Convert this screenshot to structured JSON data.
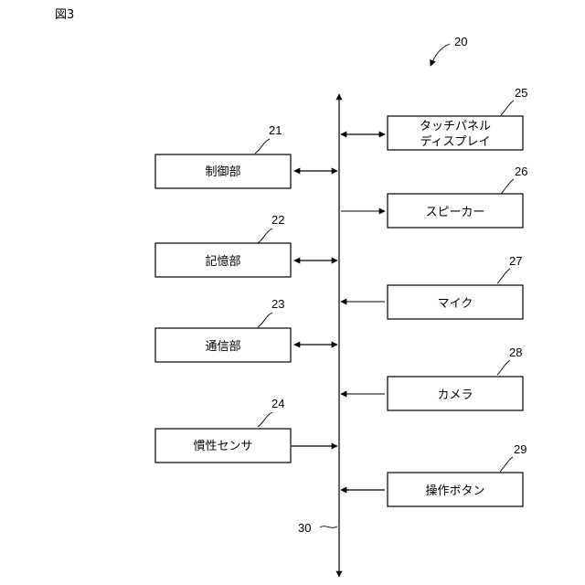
{
  "figure_label": "図3",
  "device_ref": "20",
  "bus_ref": "30",
  "left_blocks": [
    {
      "ref": "21",
      "label": "制御部",
      "connector": "bidirectional"
    },
    {
      "ref": "22",
      "label": "記憶部",
      "connector": "bidirectional"
    },
    {
      "ref": "23",
      "label": "通信部",
      "connector": "bidirectional"
    },
    {
      "ref": "24",
      "label": "慣性センサ",
      "connector": "to-bus"
    }
  ],
  "right_blocks": [
    {
      "ref": "25",
      "label_lines": [
        "タッチパネル",
        "ディスプレイ"
      ],
      "connector": "bidirectional"
    },
    {
      "ref": "26",
      "label_lines": [
        "スピーカー"
      ],
      "connector": "from-bus"
    },
    {
      "ref": "27",
      "label_lines": [
        "マイク"
      ],
      "connector": "to-bus"
    },
    {
      "ref": "28",
      "label_lines": [
        "カメラ"
      ],
      "connector": "to-bus"
    },
    {
      "ref": "29",
      "label_lines": [
        "操作ボタン"
      ],
      "connector": "to-bus"
    }
  ]
}
